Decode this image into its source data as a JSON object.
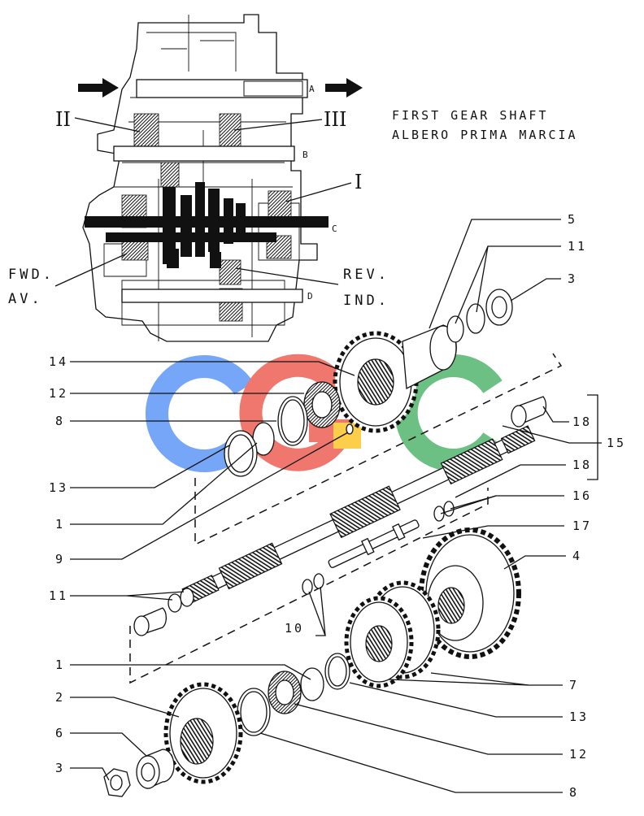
{
  "caption": {
    "line1": "FIRST GEAR SHAFT",
    "line2": "ALBERO PRIMA MARCIA"
  },
  "overview": {
    "shaft_labels": [
      "A",
      "B",
      "C",
      "D"
    ],
    "roman_labels": [
      "II",
      "III",
      "I"
    ],
    "fwd_label": [
      "FWD.",
      "AV."
    ],
    "rev_label": [
      "REV.",
      "IND."
    ]
  },
  "callouts": {
    "c14": "14",
    "c12a": "12",
    "c8a": "8",
    "c13a": "13",
    "c1a": "1",
    "c9": "9",
    "c11a": "11",
    "c10": "10",
    "c1b": "1",
    "c2": "2",
    "c6": "6",
    "c3b": "3",
    "c5": "5",
    "c11b": "11",
    "c3a": "3",
    "c18a": "18",
    "c15": "15",
    "c18b": "18",
    "c16": "16",
    "c17": "17",
    "c4": "4",
    "c7": "7",
    "c13b": "13",
    "c12b": "12",
    "c8b": "8"
  },
  "watermark": {
    "text": "CGC",
    "colors": [
      "#4285f4",
      "#ea4335",
      "#fbbc05",
      "#34a853"
    ]
  }
}
